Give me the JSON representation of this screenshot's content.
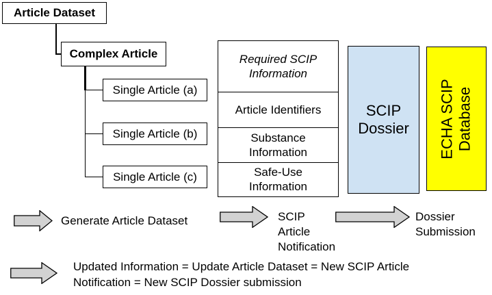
{
  "tree": {
    "article_dataset": "Article Dataset",
    "complex_article": "Complex Article",
    "single_articles": [
      "Single Article (a)",
      "Single Article (b)",
      "Single Article (c)"
    ]
  },
  "scip_table": {
    "header_lines": [
      "Required SCIP",
      "Information"
    ],
    "rows": [
      {
        "lines": [
          "Article Identifiers",
          ""
        ]
      },
      {
        "lines": [
          "Substance",
          "Information"
        ]
      },
      {
        "lines": [
          "Safe-Use",
          "Information"
        ]
      }
    ]
  },
  "scip_dossier": {
    "lines": [
      "SCIP",
      "Dossier"
    ],
    "fill": "#cfe2f3"
  },
  "echa_database": {
    "lines": [
      "ECHA SCIP",
      "Database"
    ],
    "fill": "#ffff00"
  },
  "arrows": {
    "fill": "#d2d2d2",
    "steps": [
      {
        "label_lines": [
          "Generate Article Dataset"
        ]
      },
      {
        "label_lines": [
          "SCIP",
          "Article",
          "Notification"
        ]
      },
      {
        "label_lines": [
          "Dossier",
          "Submission"
        ]
      },
      {
        "label_lines": [
          "Updated Information = Update Article Dataset = New SCIP Article",
          "Notification = New SCIP Dossier submission"
        ]
      }
    ]
  }
}
